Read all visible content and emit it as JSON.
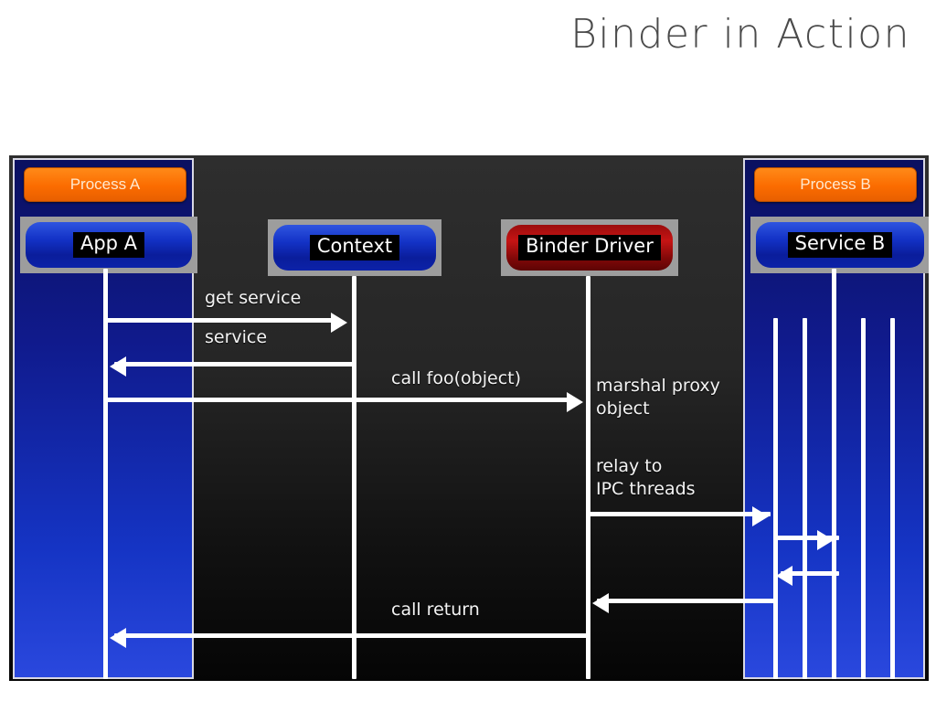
{
  "slide": {
    "title": "Binder in Action"
  },
  "diagram": {
    "processes": [
      {
        "id": "process-a",
        "label": "Process A"
      },
      {
        "id": "process-b",
        "label": "Process B"
      }
    ],
    "actors": [
      {
        "id": "app-a",
        "label": "App A",
        "color": "#1332c6"
      },
      {
        "id": "context",
        "label": "Context",
        "color": "#1332c6"
      },
      {
        "id": "binder-driver",
        "label": "Binder Driver",
        "color": "#c61414"
      },
      {
        "id": "service-b",
        "label": "Service B",
        "color": "#1332c6"
      }
    ],
    "messages": [
      {
        "id": "get-service",
        "label": "get service",
        "direction": "right"
      },
      {
        "id": "service",
        "label": "service",
        "direction": "left"
      },
      {
        "id": "call-foo",
        "label": "call foo(object)",
        "direction": "right"
      },
      {
        "id": "marshal",
        "label": "marshal proxy\nobject",
        "direction": "note"
      },
      {
        "id": "relay",
        "label": "relay to\nIPC threads",
        "direction": "note"
      },
      {
        "id": "call-return",
        "label": "call return",
        "direction": "left"
      }
    ],
    "colors": {
      "process_badge": "#fb6c00",
      "process_panel": "#1534c4",
      "actor_blue": "#1332c6",
      "actor_red": "#c61414",
      "frame": "#9d9d9d",
      "stroke": "#ffffff",
      "background": "#111111",
      "title": "#4a4a4a"
    }
  }
}
